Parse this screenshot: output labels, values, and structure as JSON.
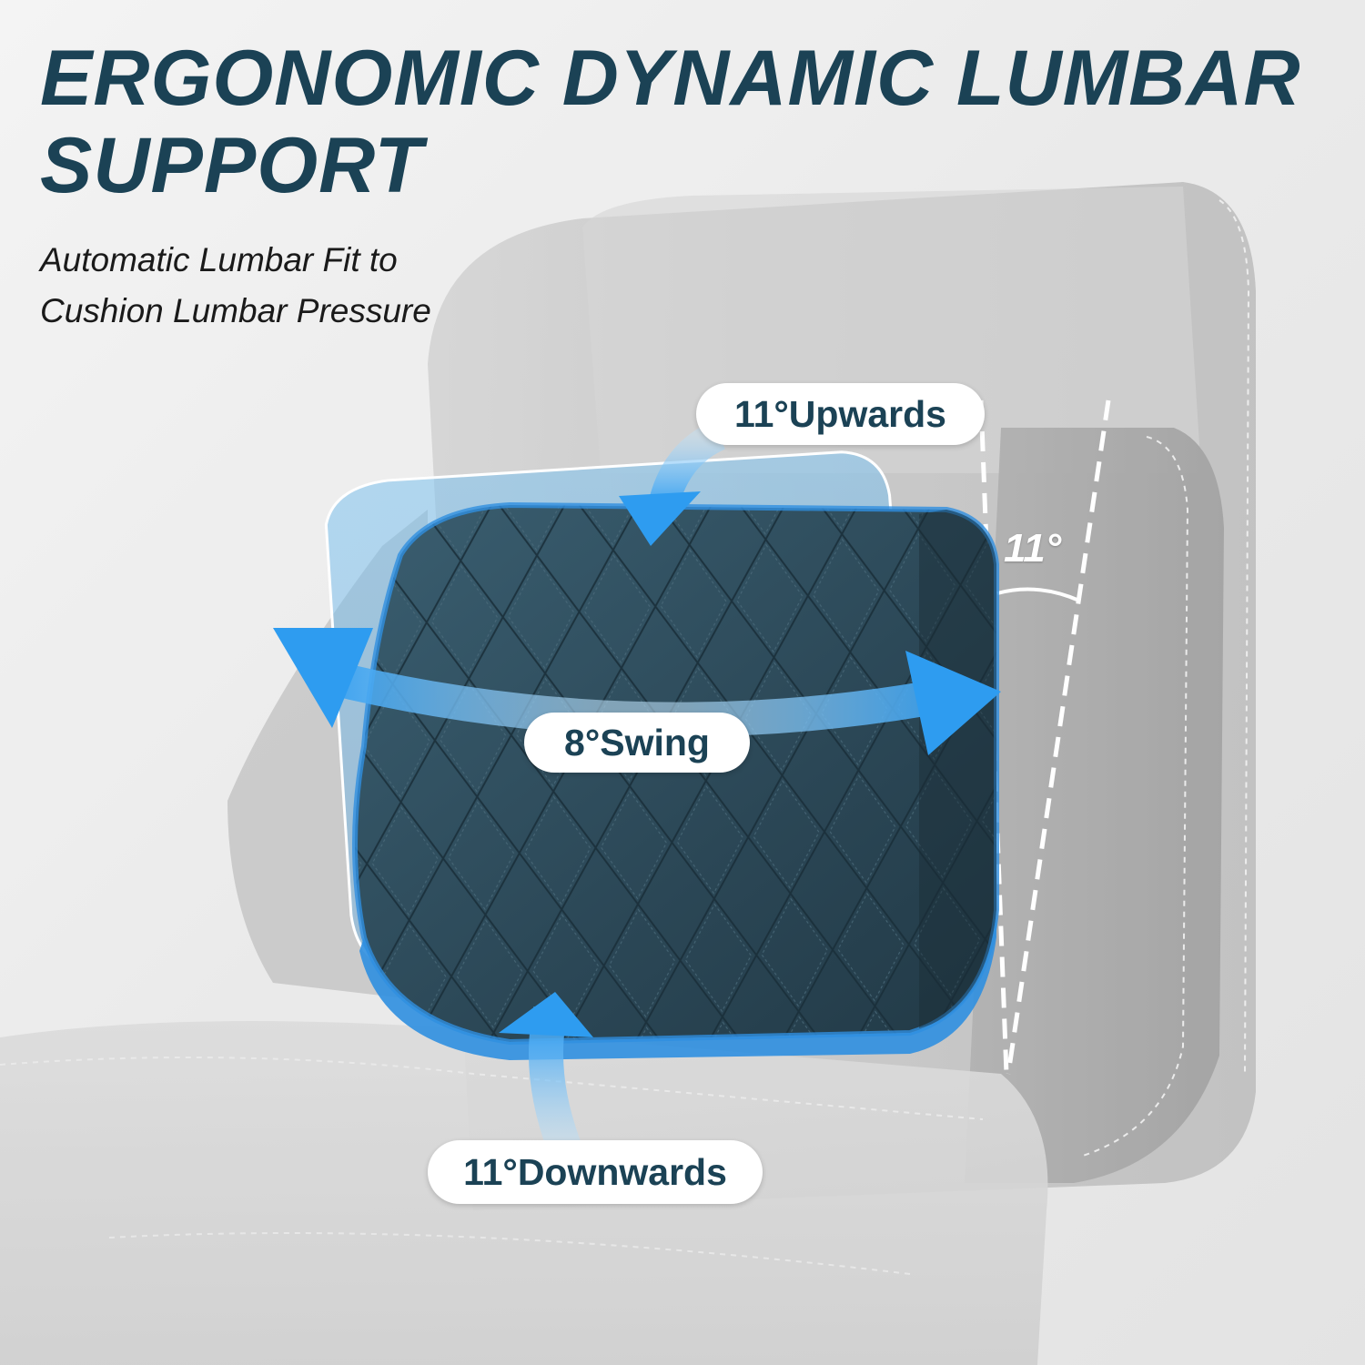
{
  "headline": {
    "line1": "ERGONOMIC DYNAMIC LUMBAR",
    "line2": "SUPPORT"
  },
  "subtitle": {
    "line1": "Automatic Lumbar Fit to",
    "line2": "Cushion Lumbar Pressure"
  },
  "callouts": {
    "upwards": "11°Upwards",
    "swing": "8°Swing",
    "downwards": "11°Downwards",
    "tilt_angle": "11°"
  },
  "colors": {
    "headline": "#1b4255",
    "pill_text": "#1b4255",
    "arrow_blue": "#3aa8f5",
    "cushion": "#2c4a5a",
    "chair": "#b9b9b9",
    "background": "#e9e9e9"
  }
}
